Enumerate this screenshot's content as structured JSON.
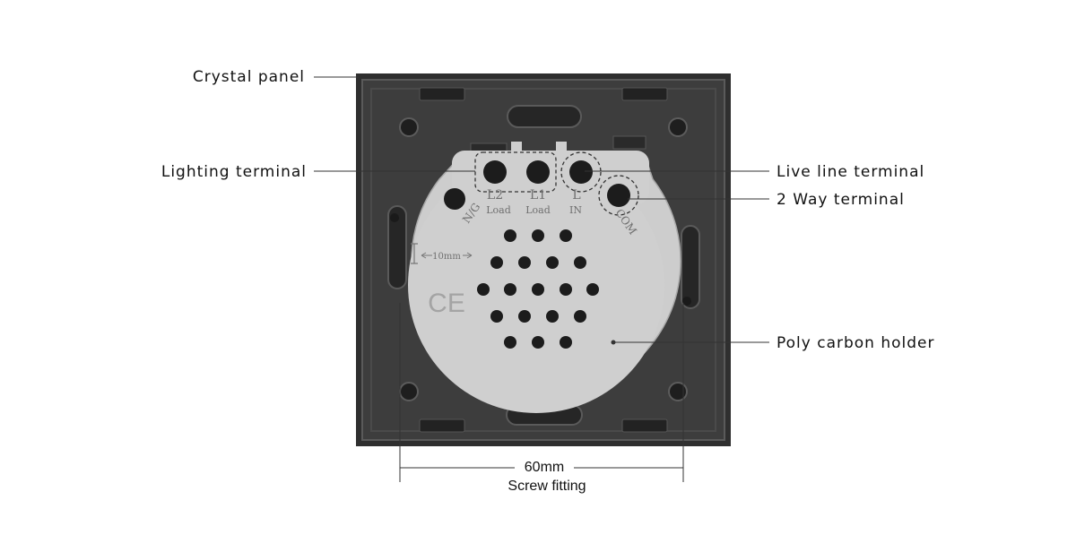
{
  "callouts": {
    "crystal_panel": "Crystal panel",
    "lighting_terminal": "Lighting terminal",
    "live_line_terminal": "Live line terminal",
    "two_way_terminal": "2 Way terminal",
    "poly_carbon_holder": "Poly carbon holder"
  },
  "dimension": {
    "value": "60mm",
    "caption": "Screw fitting"
  },
  "terminals": {
    "ng": "N/G",
    "l2": "L2",
    "l1": "L1",
    "l": "L",
    "com": "COM",
    "load_l2": "Load",
    "load_l1": "Load",
    "in": "IN"
  },
  "markings": {
    "scale": "10mm",
    "ce": "CE"
  },
  "colors": {
    "frame": "#2e2e2e",
    "plate": "#3c3c3c",
    "holder": "#cfcfcf",
    "leader": "#333333"
  }
}
